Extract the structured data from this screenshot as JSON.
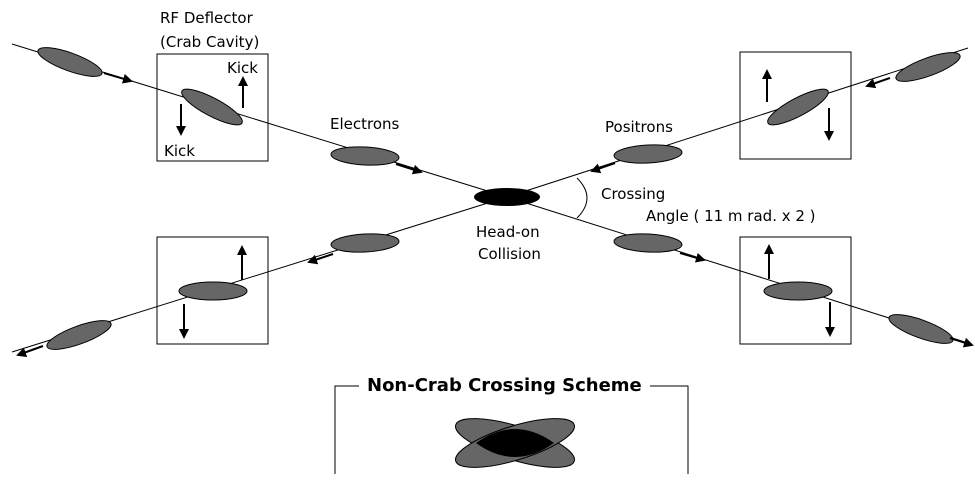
{
  "labels": {
    "rf_deflector": "RF Deflector",
    "crab_cavity": "(Crab Cavity)",
    "kick_top": "Kick",
    "kick_bottom": "Kick",
    "electrons": "Electrons",
    "positrons": "Positrons",
    "crossing": "Crossing",
    "angle": "Angle ( 11 m rad. x 2 )",
    "head_on": "Head-on",
    "collision": "Collision"
  },
  "scheme": {
    "title": "Non-Crab Crossing Scheme"
  },
  "colors": {
    "bunch": "#666666",
    "collision": "#000000",
    "line": "#000000"
  }
}
